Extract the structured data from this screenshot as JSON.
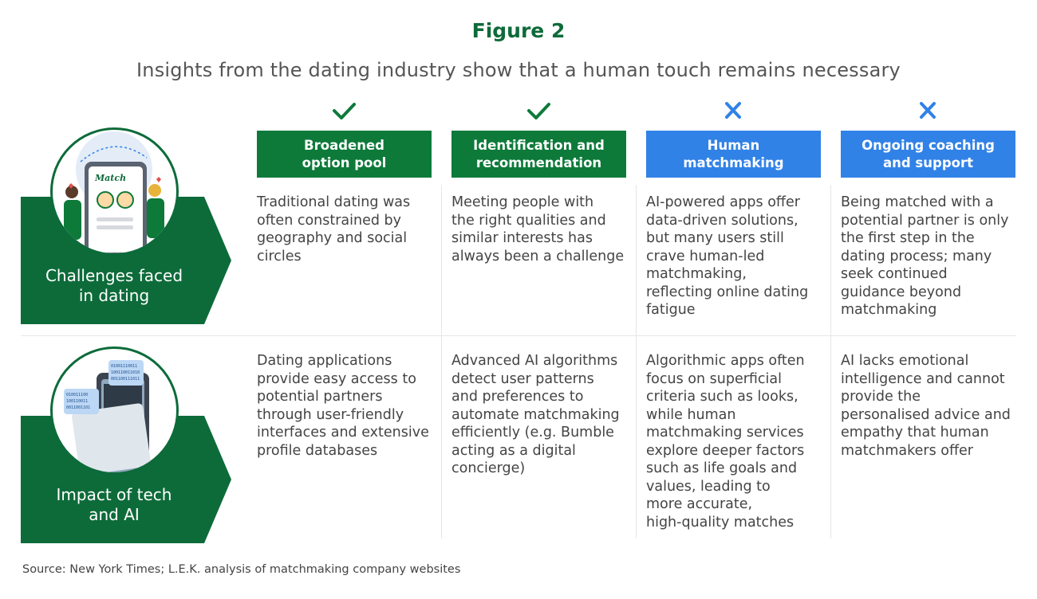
{
  "figure_label": "Figure 2",
  "subtitle": "Insights from the dating industry show that a human touch remains necessary",
  "columns": [
    {
      "status": "check",
      "mark_color": "#0d7a3a",
      "header_color": "#0d7a3a",
      "header": [
        "Broadened",
        "option pool"
      ]
    },
    {
      "status": "check",
      "mark_color": "#0d7a3a",
      "header_color": "#0d7a3a",
      "header": [
        "Identification and",
        "recommendation"
      ]
    },
    {
      "status": "cross",
      "mark_color": "#3182e6",
      "header_color": "#3182e6",
      "header": [
        "Human",
        "matchmaking"
      ]
    },
    {
      "status": "cross",
      "mark_color": "#3182e6",
      "header_color": "#3182e6",
      "header": [
        "Ongoing coaching",
        "and support"
      ]
    }
  ],
  "rows": [
    {
      "label": [
        "Challenges faced",
        "in dating"
      ],
      "illustration": "dating-app-icon",
      "illustration_text": "Match",
      "cells": [
        [
          "Traditional dating was",
          "often constrained by",
          "geography and social",
          "circles"
        ],
        [
          "Meeting people with",
          "the right qualities and",
          "similar interests has",
          "always been a challenge"
        ],
        [
          "AI-powered apps offer",
          "data-driven solutions,",
          "but many users still",
          "crave human-led",
          "matchmaking,",
          "reflecting online dating",
          "fatigue"
        ],
        [
          "Being matched with a",
          "potential partner is only",
          "the first step in the",
          "dating process; many",
          "seek continued",
          "guidance beyond",
          "matchmaking"
        ]
      ]
    },
    {
      "label": [
        "Impact of tech",
        "and AI"
      ],
      "illustration": "ai-phone-icon",
      "illustration_text": [
        "01001110011",
        "100110011010",
        "001100111011",
        "010011100",
        "100110011",
        "0011001101"
      ],
      "cells": [
        [
          "Dating applications",
          "provide easy access to",
          "potential partners",
          "through user-friendly",
          "interfaces and extensive",
          "profile databases"
        ],
        [
          "Advanced AI algorithms",
          "detect user patterns",
          "and preferences to",
          "automate matchmaking",
          "efficiently (e.g. Bumble",
          "acting as a digital",
          "concierge)"
        ],
        [
          "Algorithmic apps often",
          "focus on superficial",
          "criteria such as looks,",
          "while human",
          "matchmaking services",
          "explore deeper factors",
          "such as life goals and",
          "values, leading to",
          "more accurate,",
          "high-quality matches"
        ],
        [
          "AI lacks emotional",
          "intelligence and cannot",
          "provide the",
          "personalised advice and",
          "empathy that human",
          "matchmakers offer"
        ]
      ]
    }
  ],
  "source": "Source: New York Times; L.E.K. analysis of matchmaking company websites",
  "colors": {
    "green": "#0d7a3a",
    "dark_green": "#0d6b3a",
    "blue": "#3182e6"
  }
}
